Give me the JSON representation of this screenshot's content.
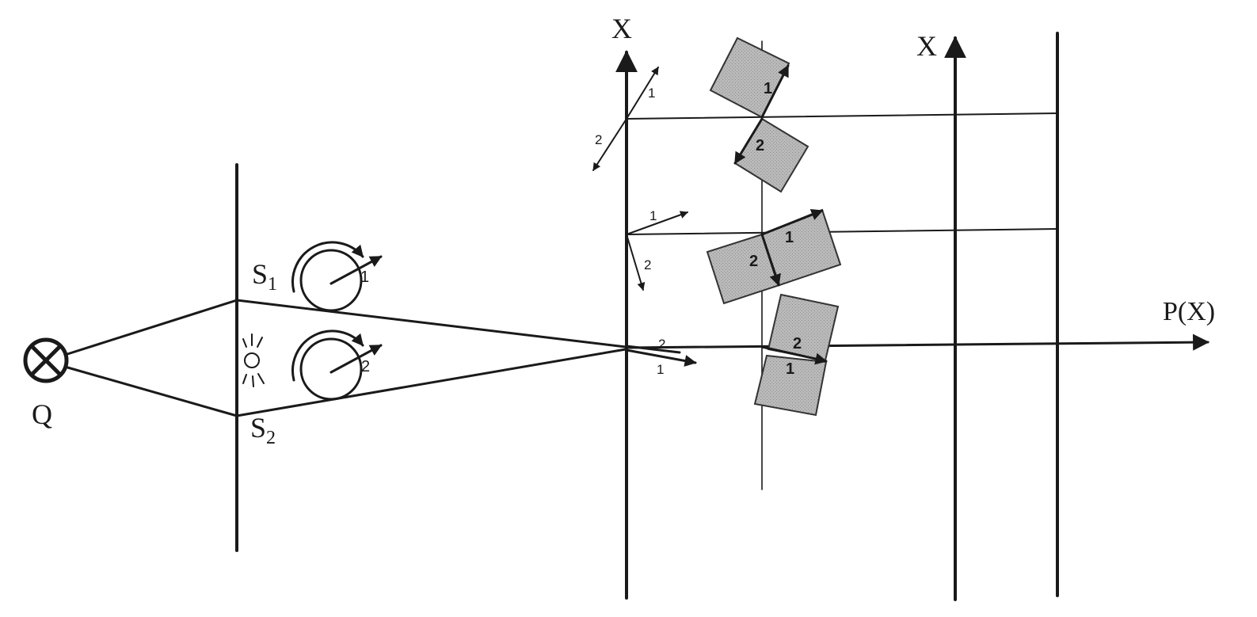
{
  "labels": {
    "source": "Q",
    "slit1": "S",
    "slit1_sub": "1",
    "slit2": "S",
    "slit2_sub": "2",
    "axis_left": "X",
    "axis_right": "X",
    "output": "P(X)"
  },
  "numbers": {
    "n1": "1",
    "n2": "2"
  },
  "colors": {
    "ink": "#1a1a1a",
    "box_fill": "#b9b9b9"
  }
}
